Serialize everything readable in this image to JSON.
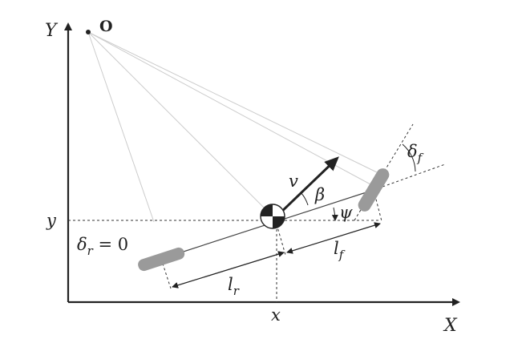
{
  "axes": {
    "x_axis_label": "X",
    "y_axis_label": "Y"
  },
  "origin_label": "O",
  "position": {
    "x_label": "x",
    "y_label": "y"
  },
  "vehicle": {
    "velocity_label": "v",
    "slip_angle_label": "β",
    "heading_angle_label": "ψ",
    "rear_length_main": "l",
    "rear_length_sub": "r",
    "front_length_main": "l",
    "front_length_sub": "f",
    "rear_steer_main": "δ",
    "rear_steer_sub": "r",
    "rear_steer_value": " = 0",
    "front_steer_main": "δ",
    "front_steer_sub": "f"
  },
  "colors": {
    "ink": "#222222",
    "wheel": "#9a9a9a",
    "construction": "#c8c8c8"
  }
}
